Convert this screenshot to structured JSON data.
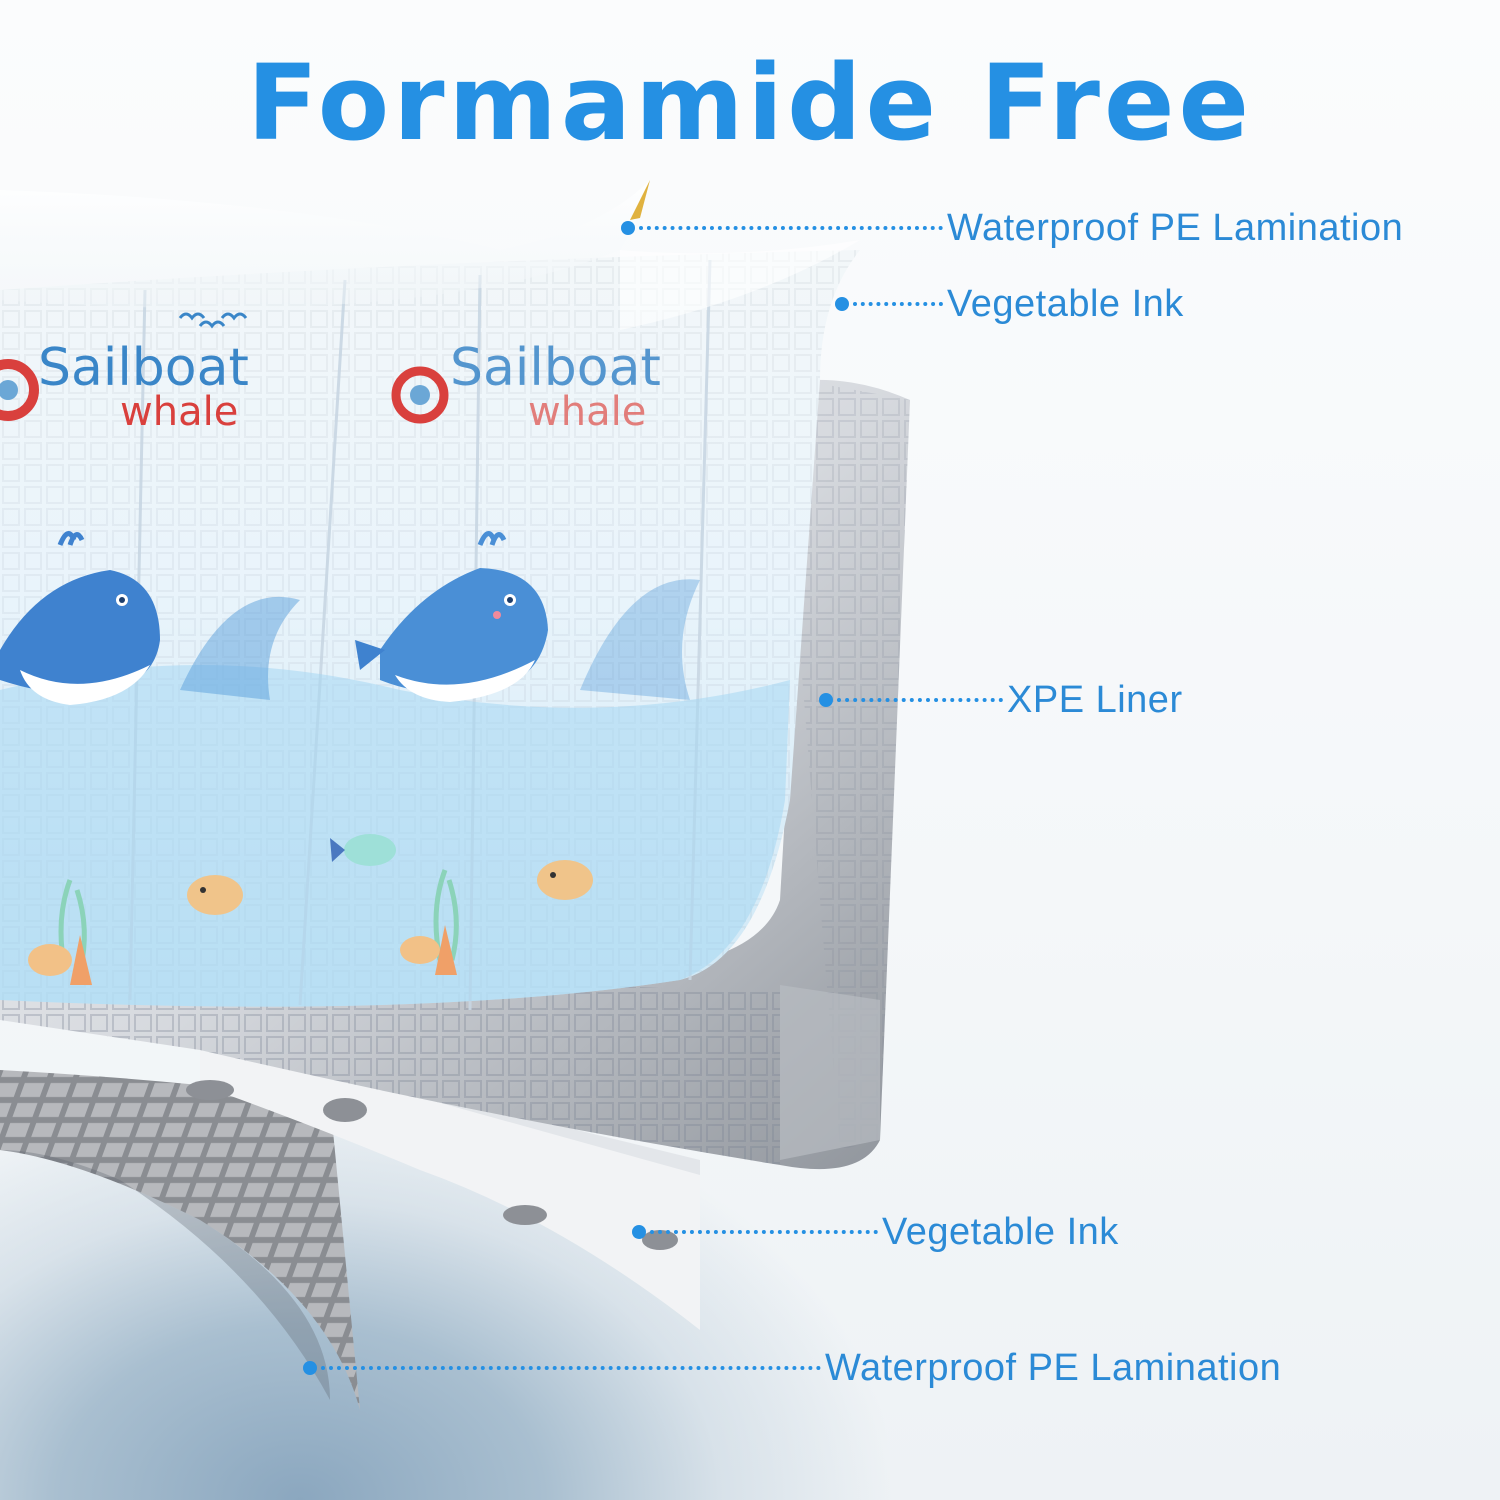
{
  "title": "Formamide Free",
  "colors": {
    "accent": "#2590e3",
    "label": "#2b8ad6",
    "brand_blue": "#3a86c8",
    "brand_red": "#d9403d"
  },
  "product_print": {
    "brand_line1": "Sailboat",
    "brand_line2": "whale",
    "icons": [
      "ship-wheel-icon",
      "birds-icon",
      "whale-icon",
      "fish-icon",
      "seaweed-icon",
      "shell-icon"
    ]
  },
  "callouts": [
    {
      "label": "Waterproof PE Lamination",
      "layer": "top"
    },
    {
      "label": "Vegetable Ink",
      "layer": "top-print"
    },
    {
      "label": "XPE Liner",
      "layer": "core"
    },
    {
      "label": "Vegetable Ink",
      "layer": "bottom-print"
    },
    {
      "label": "Waterproof PE Lamination",
      "layer": "bottom"
    }
  ]
}
